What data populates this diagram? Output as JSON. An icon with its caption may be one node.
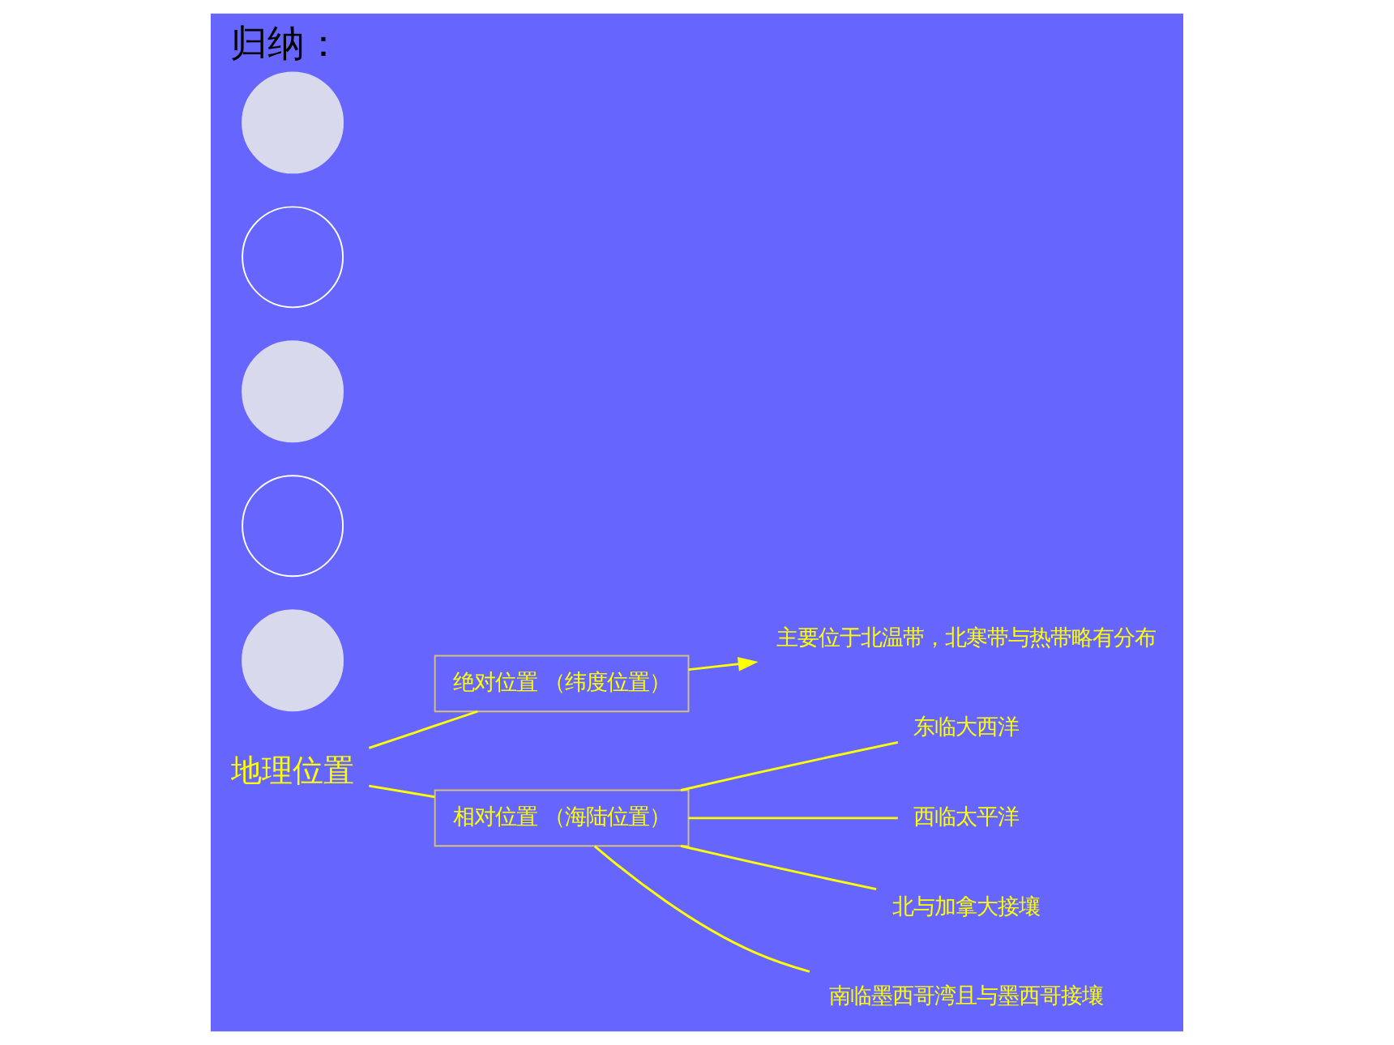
{
  "diagram": {
    "title": "归纳：",
    "nodes": [
      {
        "text": [
          "地理位置"
        ]
      },
      {
        "text": [
          "绝对位置 （纬度位置）"
        ]
      },
      {
        "text": [
          "相对位置 （海陆位置）"
        ]
      },
      {
        "text": [
          "主要位于北温带，北寒带与热带略有分布"
        ]
      },
      {
        "text": [
          "东临大西洋"
        ]
      },
      {
        "text": [
          "西临太平洋"
        ]
      },
      {
        "text": [
          "北与加拿大接壤"
        ]
      },
      {
        "text": [
          "南临墨西哥湾且与墨西哥接壤"
        ]
      },
      {
        "text": [],
        "shape": "circle"
      },
      {
        "text": [],
        "shape": "circle"
      },
      {
        "text": [],
        "shape": "circle"
      },
      {
        "text": [],
        "shape": "circle"
      },
      {
        "text": [],
        "shape": "circle"
      }
    ],
    "edges": [
      {
        "from": 0,
        "to": 1,
        "arrow": "none"
      },
      {
        "from": 0,
        "to": 2,
        "arrow": "none"
      },
      {
        "from": 1,
        "to": 3,
        "arrow": "to"
      },
      {
        "from": 2,
        "to": 4,
        "arrow": "none"
      },
      {
        "from": 2,
        "to": 5,
        "arrow": "none"
      },
      {
        "from": 2,
        "to": 6,
        "arrow": "none"
      },
      {
        "from": 2,
        "to": 7,
        "arrow": "none"
      }
    ]
  }
}
